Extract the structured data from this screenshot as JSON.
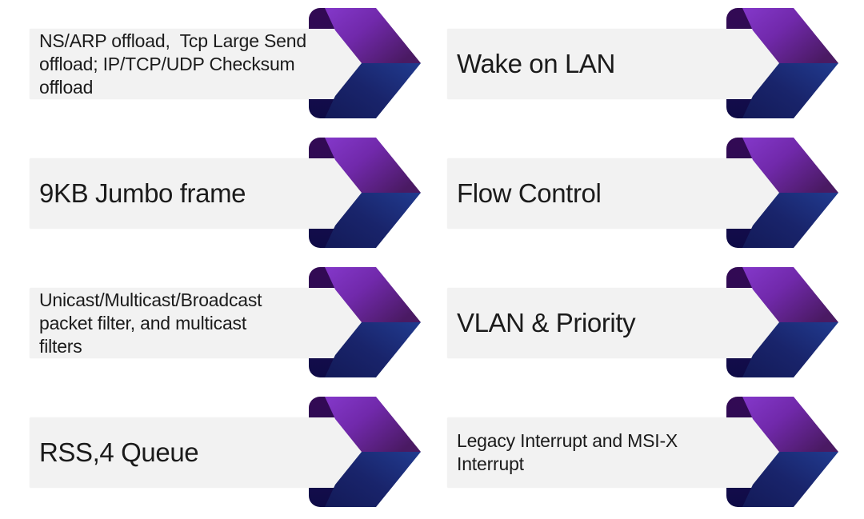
{
  "slide": {
    "background": "#ffffff",
    "colors": {
      "box_fill": "#f2f2f2",
      "text": "#1b1b1b",
      "ribbon_purple_light": "#8438ca",
      "ribbon_purple_dark": "#4a1a63",
      "ribbon_blue_light": "#20398c",
      "ribbon_blue_dark": "#131a58",
      "ribbon_fold_purple": "#330a55",
      "ribbon_fold_navy": "#0e0b46"
    },
    "features": [
      {
        "label": "NS/ARP offload,  Tcp Large Send\noffload; IP/TCP/UDP Checksum\noffload"
      },
      {
        "label": "Wake on LAN"
      },
      {
        "label": "9KB Jumbo frame"
      },
      {
        "label": "Flow Control"
      },
      {
        "label": "Unicast/Multicast/Broadcast\npacket filter, and multicast\nfilters"
      },
      {
        "label": "VLAN & Priority"
      },
      {
        "label": "RSS,4 Queue"
      },
      {
        "label": "Legacy Interrupt and MSI-X\nInterrupt"
      }
    ]
  }
}
